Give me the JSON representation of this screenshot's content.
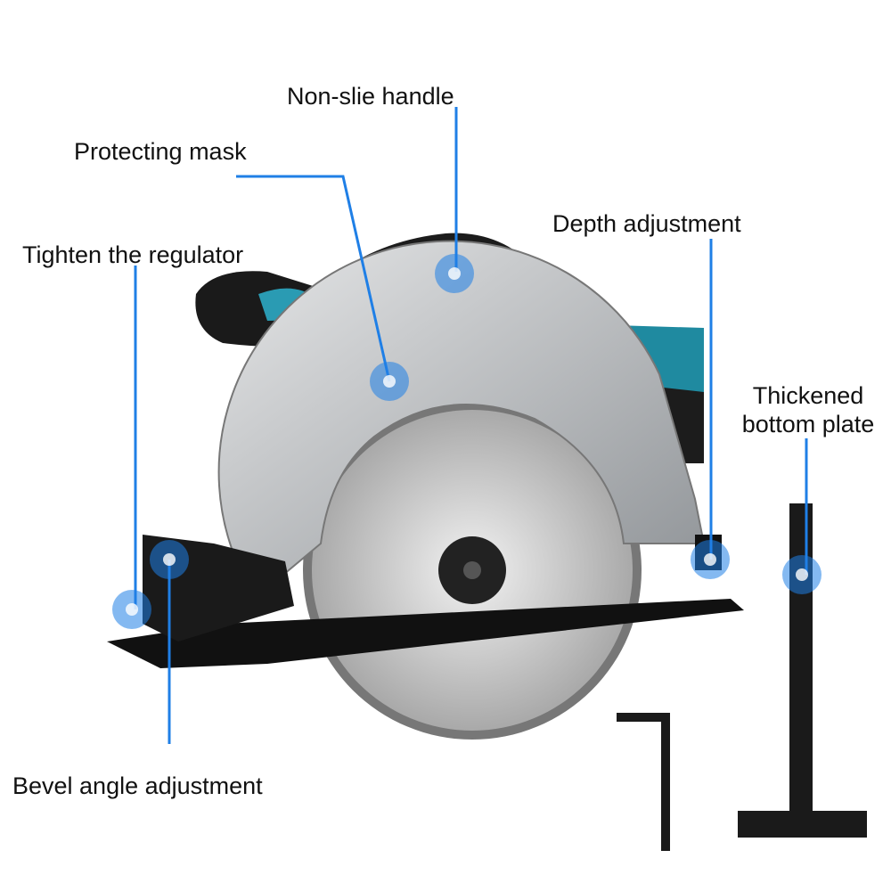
{
  "labels": {
    "handle": "Non-slie handle",
    "mask": "Protecting mask",
    "regulator": "Tighten the regulator",
    "depth": "Depth adjustment",
    "plate_line1": "Thickened",
    "plate_line2": "bottom plate",
    "bevel": "Bevel angle adjustment"
  },
  "colors": {
    "callout": "#1f7fe6",
    "accent_teal": "#1f8aa0",
    "guard_silver": "#b9bcbf",
    "body_black": "#1a1a1a"
  }
}
